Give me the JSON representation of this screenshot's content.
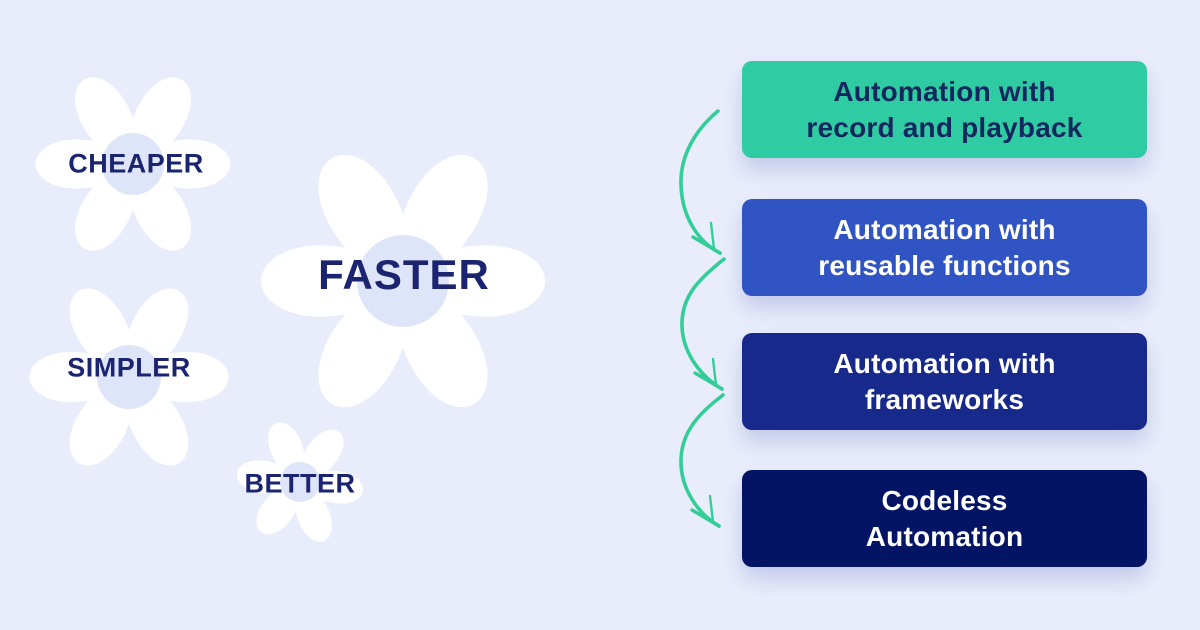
{
  "canvas": {
    "background_color": "#E9EDFB"
  },
  "gears": {
    "fill_color": "#FFFFFF",
    "hole_color": "#DFE5F9",
    "label_color": "#1B2470",
    "items": [
      {
        "name": "cheaper",
        "label": "CHEAPER"
      },
      {
        "name": "faster",
        "label": "FASTER"
      },
      {
        "name": "simpler",
        "label": "SIMPLER"
      },
      {
        "name": "better",
        "label": "BETTER"
      }
    ]
  },
  "flow": {
    "arrow_color": "#33CD98",
    "steps": [
      {
        "label": "Automation with record and playback",
        "lines": [
          "Automation with",
          "record and playback"
        ],
        "bg_color": "#2FCCA4",
        "text_color": "#13265E"
      },
      {
        "label": "Automation with reusable functions",
        "lines": [
          "Automation with",
          "reusable functions"
        ],
        "bg_color": "#3054C4",
        "text_color": "#FFFFFF"
      },
      {
        "label": "Automation with frameworks",
        "lines": [
          "Automation with",
          "frameworks"
        ],
        "bg_color": "#17298B",
        "text_color": "#FFFFFF"
      },
      {
        "label": "Codeless Automation",
        "lines": [
          "Codeless",
          "Automation"
        ],
        "bg_color": "#041465",
        "text_color": "#FFFFFF"
      }
    ]
  }
}
